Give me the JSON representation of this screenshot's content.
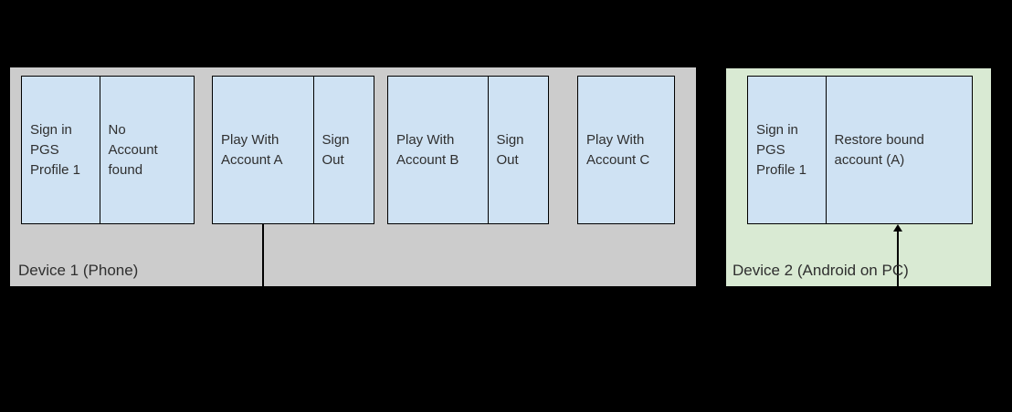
{
  "colors": {
    "background": "#000000",
    "device1_bg": "#cccccc",
    "device2_bg": "#d9ead3",
    "box_bg": "#cfe2f3",
    "line": "#000000",
    "text": "#2f2f2f"
  },
  "device1": {
    "label": "Device 1 (Phone)",
    "groups": [
      {
        "cells": [
          "Sign in\nPGS\nProfile 1",
          "No\nAccount\nfound"
        ]
      },
      {
        "cells": [
          "Play With\nAccount A",
          "Sign\nOut"
        ]
      },
      {
        "cells": [
          "Play With\nAccount B",
          "Sign\nOut"
        ]
      },
      {
        "cells": [
          "Play With\nAccount C"
        ]
      }
    ]
  },
  "device2": {
    "label": "Device 2 (Android on PC)",
    "groups": [
      {
        "cells": [
          "Sign in\nPGS\nProfile 1",
          "Restore bound\naccount (A)"
        ]
      }
    ]
  }
}
